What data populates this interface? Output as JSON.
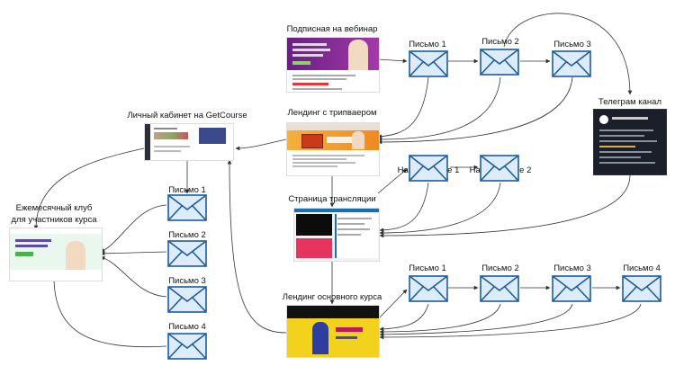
{
  "colors": {
    "envelope_fill": "#dcecfb",
    "envelope_stroke": "#1f5b9a",
    "arrow": "#333333",
    "webinar_bg": "#7b2a8f",
    "tripwire_bg": "#f08a24",
    "broadcast_bg": "#1a6fb0",
    "course_bg": "#f2d21c",
    "telegram_bg": "#1b1f2a",
    "club_bg": "#e8f6ee"
  },
  "nodes": {
    "webinar": {
      "label": "Подписная на вебинар",
      "icon": "landing-page-thumbnail"
    },
    "tripwire": {
      "label": "Лендинг с трипваером",
      "icon": "landing-page-thumbnail"
    },
    "cabinet": {
      "label": "Личный кабинет на GetCourse",
      "icon": "account-page-thumbnail"
    },
    "broadcast": {
      "label": "Страница трансляции",
      "icon": "video-page-thumbnail"
    },
    "course": {
      "label": "Лендинг основного курса",
      "icon": "landing-page-thumbnail"
    },
    "telegram": {
      "label": "Телеграм канал",
      "icon": "telegram-thumbnail"
    },
    "club": {
      "label_line1": "Ежемесячный клуб",
      "label_line2": "для участников курса",
      "icon": "landing-page-thumbnail"
    }
  },
  "sequences": {
    "top": [
      "Письмо 1",
      "Письмо 2",
      "Письмо 3"
    ],
    "reminders": [
      "Напоминание 1",
      "Напоминание 2"
    ],
    "bottom": [
      "Письмо 1",
      "Письмо 2",
      "Письмо 3",
      "Письмо 4"
    ],
    "left": [
      "Письмо 1",
      "Письмо 2",
      "Письмо 3",
      "Письмо 4"
    ]
  },
  "envelope_icon": "envelope-icon"
}
